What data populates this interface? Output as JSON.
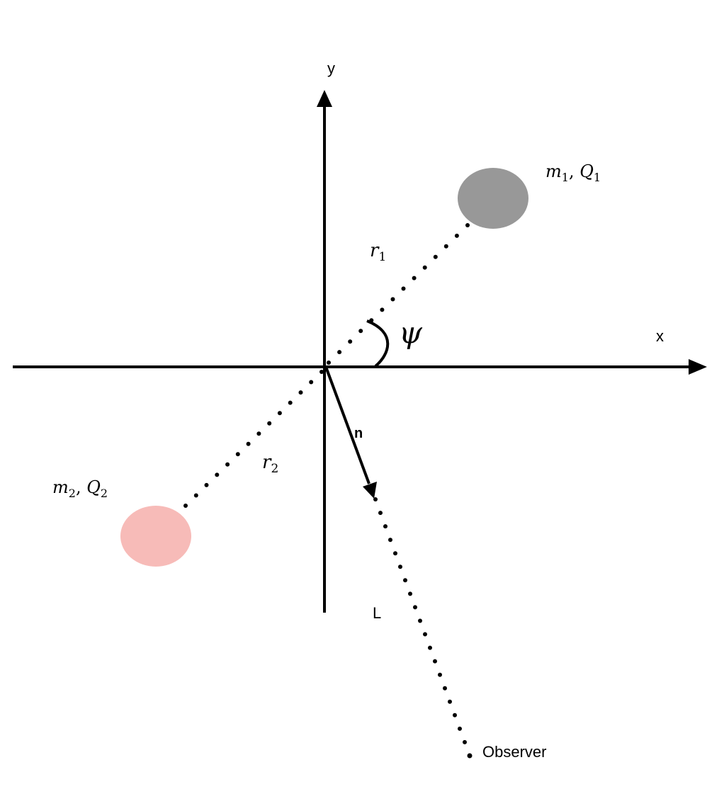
{
  "axes": {
    "x_label": "x",
    "y_label": "y"
  },
  "bodies": [
    {
      "mass_symbol": "m",
      "mass_index": "1",
      "separator": ", ",
      "charge_symbol": "Q",
      "charge_index": "1",
      "color": "#989898"
    },
    {
      "mass_symbol": "m",
      "mass_index": "2",
      "separator": ", ",
      "charge_symbol": "Q",
      "charge_index": "2",
      "color": "#f7bbb8"
    }
  ],
  "distances": {
    "r1_symbol": "r",
    "r1_index": "1",
    "r2_symbol": "r",
    "r2_index": "2"
  },
  "angle_label": "ψ",
  "direction_vector_label": "n",
  "line_of_sight_label": "L",
  "observer_label": "Observer"
}
